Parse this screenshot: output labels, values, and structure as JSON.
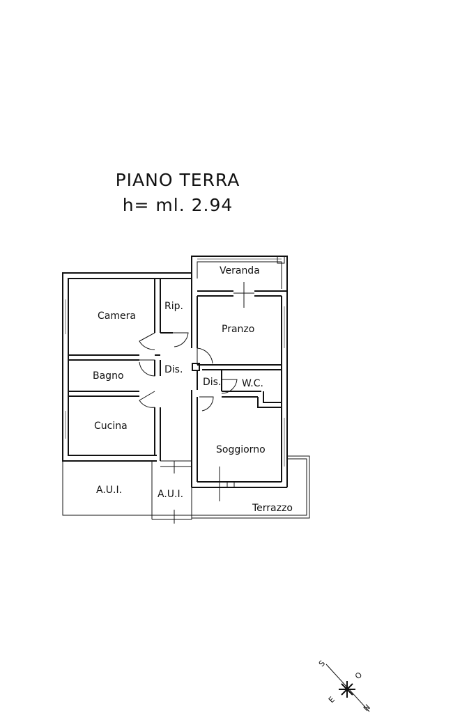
{
  "plan": {
    "title": "PIANO TERRA",
    "height_note": "h= ml. 2.94"
  },
  "rooms": {
    "camera": "Camera",
    "rip": "Rip.",
    "veranda": "Veranda",
    "pranzo": "Pranzo",
    "bagno": "Bagno",
    "dis1": "Dis.",
    "dis2": "Dis.",
    "wc": "W.C.",
    "cucina": "Cucina",
    "soggiorno": "Soggiorno",
    "aui1": "A.U.I.",
    "aui2": "A.U.I.",
    "terrazzo": "Terrazzo"
  },
  "compass": {
    "labels": [
      "S",
      "O",
      "E",
      "N"
    ]
  }
}
